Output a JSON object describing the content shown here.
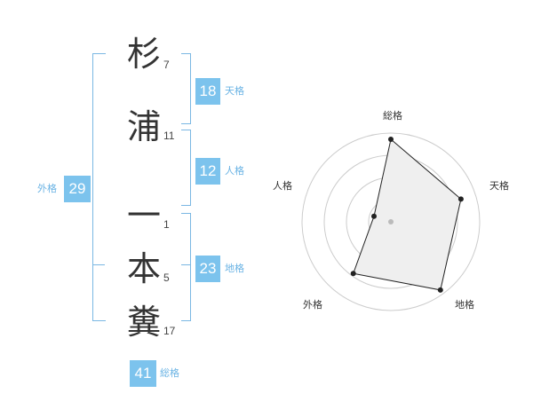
{
  "name_chars": [
    {
      "char": "杉",
      "strokes": "7"
    },
    {
      "char": "浦",
      "strokes": "11"
    },
    {
      "char": "一",
      "strokes": "1"
    },
    {
      "char": "本",
      "strokes": "5"
    },
    {
      "char": "糞",
      "strokes": "17"
    }
  ],
  "scores": {
    "tenkaku": {
      "value": "18",
      "label": "天格"
    },
    "jinkaku": {
      "value": "12",
      "label": "人格"
    },
    "chikaku": {
      "value": "23",
      "label": "地格"
    },
    "gaikaku": {
      "value": "29",
      "label": "外格"
    },
    "soukaku": {
      "value": "41",
      "label": "総格"
    }
  },
  "radar": {
    "axes": [
      "総格",
      "天格",
      "地格",
      "外格",
      "人格"
    ],
    "values": [
      0.93,
      0.83,
      0.95,
      0.72,
      0.2
    ],
    "rings": 4,
    "colors": {
      "ring": "#cccccc",
      "fill": "#efefef",
      "line": "#222222",
      "center": "#bbbbbb"
    }
  },
  "colors": {
    "accent": "#7cc3ed",
    "bracket": "#7ab7e3",
    "label": "#6ab3e4",
    "text": "#333333"
  }
}
